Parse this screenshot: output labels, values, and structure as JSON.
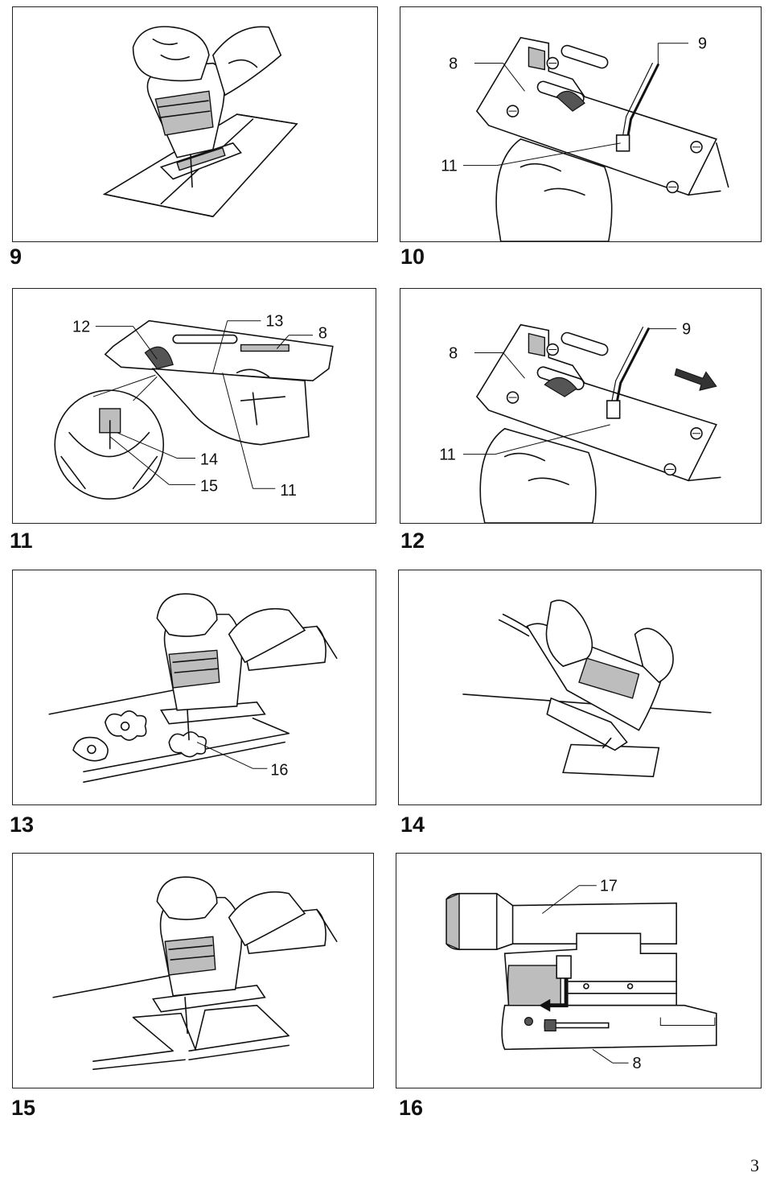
{
  "page_number": "3",
  "figures": [
    {
      "number": "9",
      "callouts": []
    },
    {
      "number": "10",
      "callouts": [
        "8",
        "9",
        "11"
      ]
    },
    {
      "number": "11",
      "callouts": [
        "12",
        "13",
        "8",
        "14",
        "15",
        "11"
      ]
    },
    {
      "number": "12",
      "callouts": [
        "8",
        "9",
        "11"
      ]
    },
    {
      "number": "13",
      "callouts": [
        "16"
      ]
    },
    {
      "number": "14",
      "callouts": []
    },
    {
      "number": "15",
      "callouts": []
    },
    {
      "number": "16",
      "callouts": [
        "17",
        "8"
      ]
    }
  ]
}
